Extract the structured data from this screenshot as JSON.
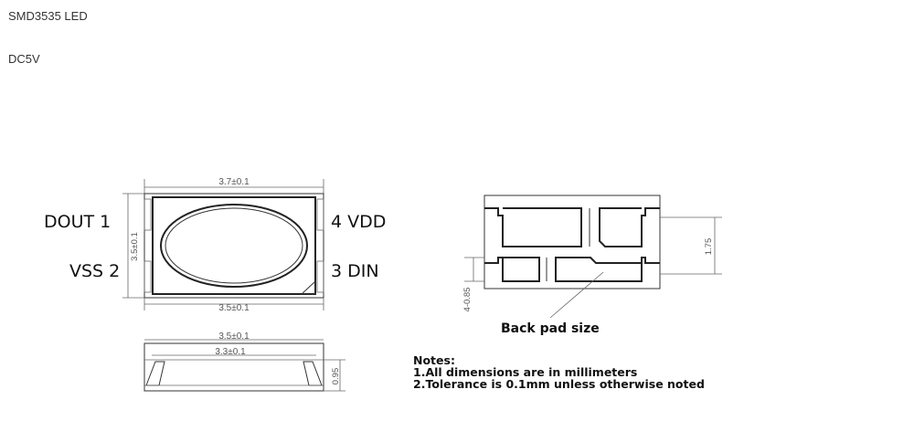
{
  "header": {
    "title": "SMD3535 LED",
    "voltage": "DC5V"
  },
  "top_view": {
    "pins": {
      "pin1": "DOUT 1",
      "pin2": "VSS 2",
      "pin3": "3 DIN",
      "pin4": "4 VDD"
    },
    "dims": {
      "width_top": "3.7±0.1",
      "width_bottom": "3.5±0.1",
      "height": "3.5±0.1"
    }
  },
  "side_view": {
    "dims": {
      "outer_width": "3.5±0.1",
      "inner_width": "3.3±0.1",
      "height": "0.95"
    }
  },
  "back_view": {
    "dims": {
      "pad_pitch": "1.75",
      "pad_size": "4-0.85"
    },
    "caption": "Back pad size"
  },
  "notes": {
    "heading": "Notes:",
    "items": [
      "1.All dimensions are in millimeters",
      "2.Tolerance is 0.1mm unless otherwise noted"
    ]
  }
}
